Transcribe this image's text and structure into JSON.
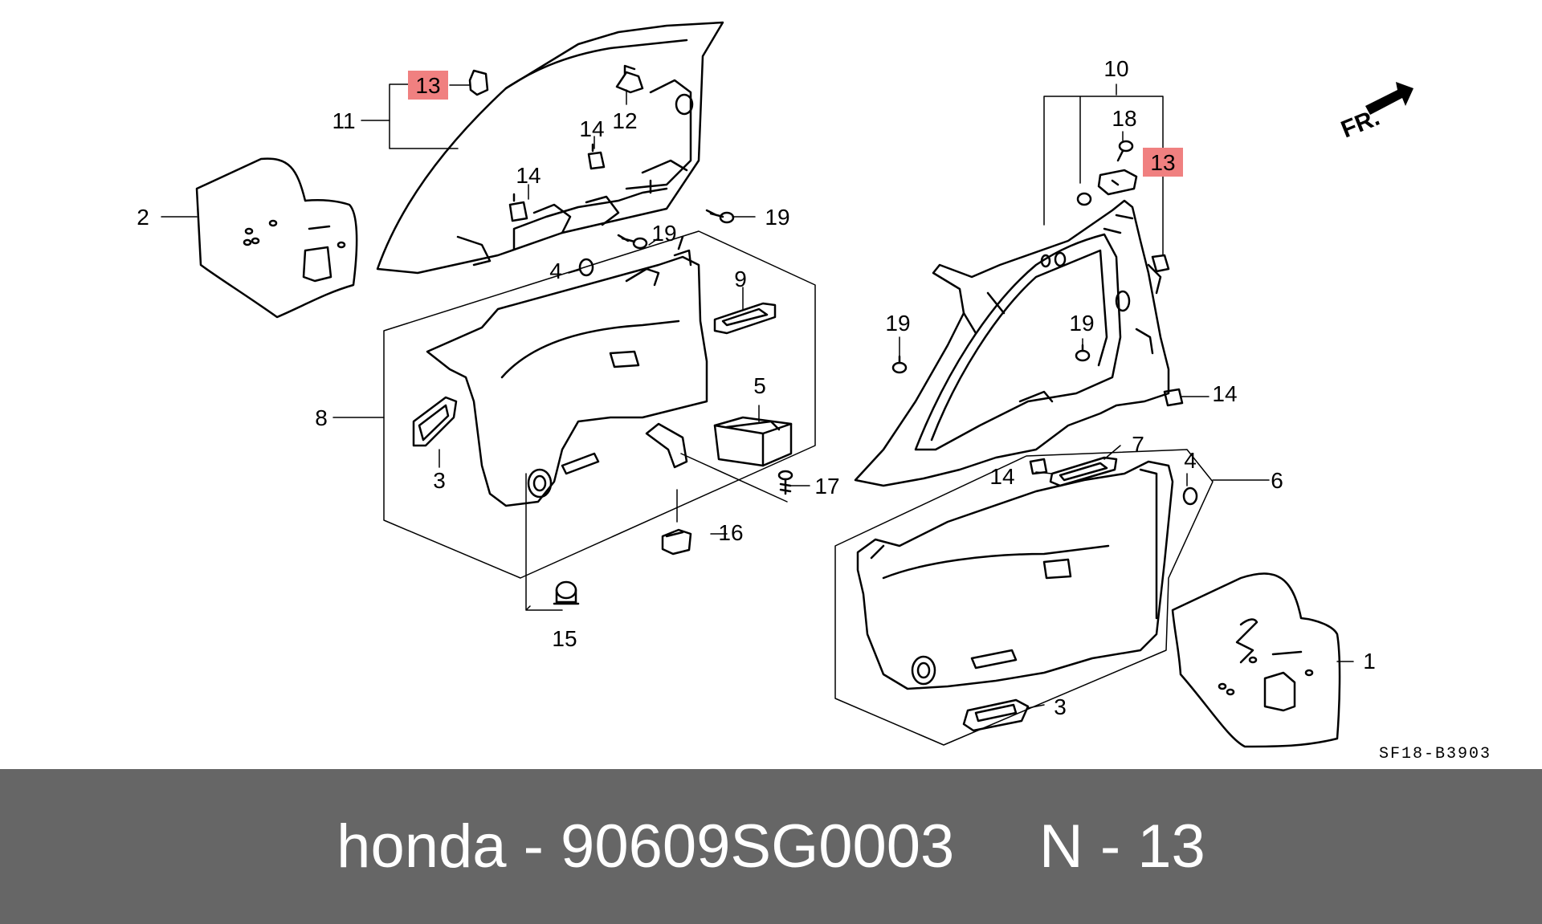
{
  "labels": {
    "l1": "1",
    "l2": "2",
    "l3a": "3",
    "l3b": "3",
    "l4a": "4",
    "l4b": "4",
    "l5": "5",
    "l6": "6",
    "l7": "7",
    "l8": "8",
    "l9": "9",
    "l10": "10",
    "l11": "11",
    "l12": "12",
    "l13a": "13",
    "l13b": "13",
    "l14a": "14",
    "l14b": "14",
    "l14c": "14",
    "l14d": "14",
    "l15": "15",
    "l16": "16",
    "l17": "17",
    "l18": "18",
    "l19a": "19",
    "l19b": "19",
    "l19c": "19",
    "l19d": "19"
  },
  "direction": "FR.",
  "diagram_code": "SF18-B3903",
  "footer": "honda - 90609SG0003     N - 13",
  "colors": {
    "highlight": "#f08080",
    "footer_bg": "#666666",
    "line": "#000000"
  }
}
